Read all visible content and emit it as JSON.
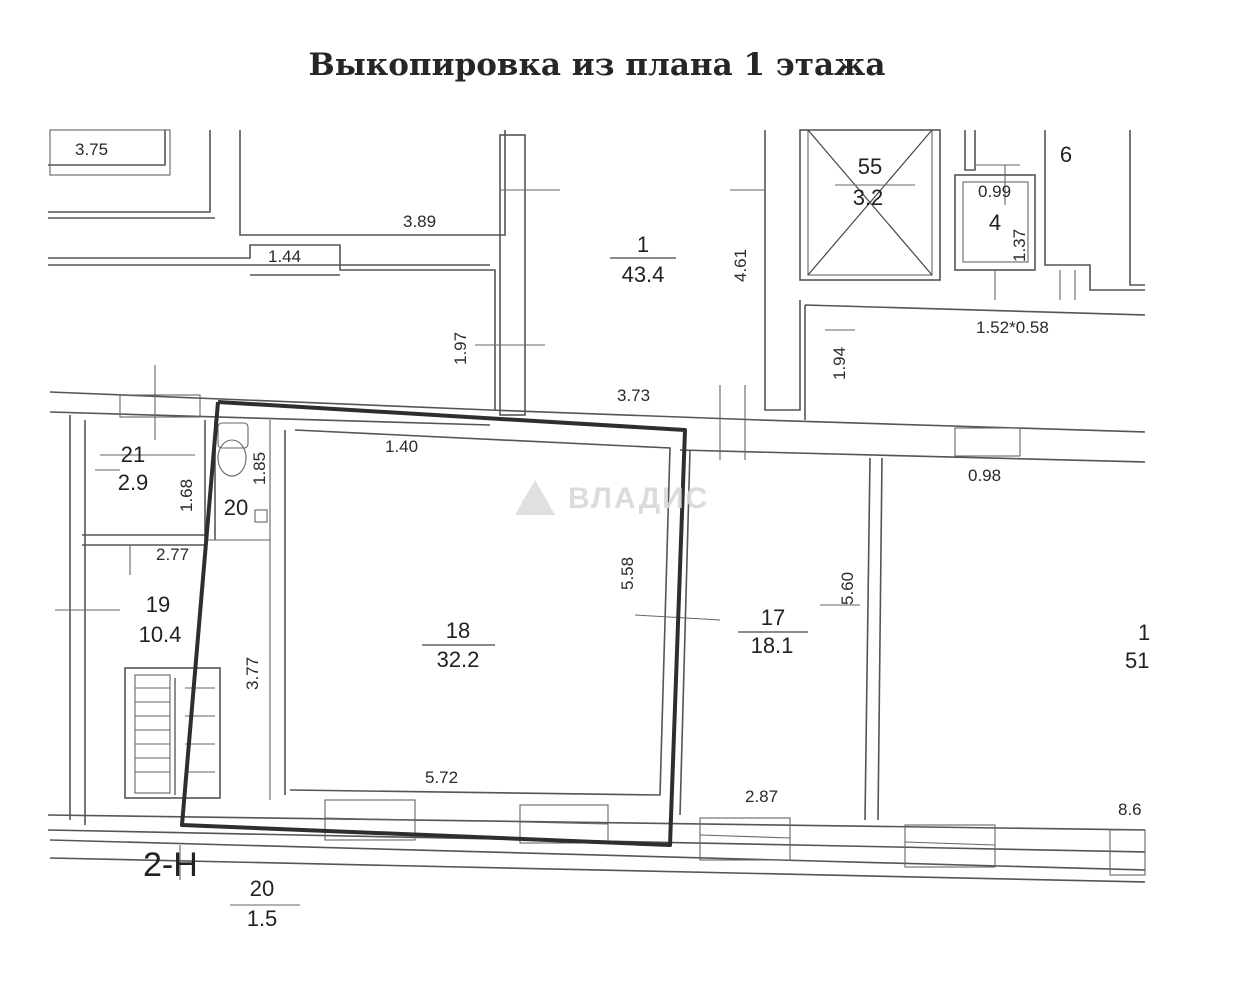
{
  "title": "Выкопировка из плана 1 этажа",
  "watermark": "ВЛАДИС",
  "rooms": {
    "r1": {
      "num": "1",
      "area": "43.4"
    },
    "r55": {
      "num": "55",
      "area": "3.2"
    },
    "r4": {
      "num": "4"
    },
    "r6": {
      "num": "6"
    },
    "r21": {
      "num": "21",
      "area": "2.9"
    },
    "r20": {
      "num": "20"
    },
    "r19": {
      "num": "19",
      "area": "10.4"
    },
    "r18": {
      "num": "18",
      "area": "32.2"
    },
    "r17": {
      "num": "17",
      "area": "18.1"
    },
    "r16": {
      "num": "1",
      "area": "51"
    },
    "r20b": {
      "num": "20",
      "area": "1.5"
    }
  },
  "dims": {
    "d375": "3.75",
    "d389": "3.89",
    "d144": "1.44",
    "d461": "4.61",
    "d099": "0.99",
    "d137": "1.37",
    "d152": "1.52*0.58",
    "d197": "1.97",
    "d194": "1.94",
    "d373": "3.73",
    "d140": "1.40",
    "d098": "0.98",
    "d185": "1.85",
    "d168": "1.68",
    "d277": "2.77",
    "d558": "5.58",
    "d560": "5.60",
    "d377": "3.77",
    "d572": "5.72",
    "d287": "2.87",
    "d86": "8.6"
  },
  "section_mark": "2-Н"
}
